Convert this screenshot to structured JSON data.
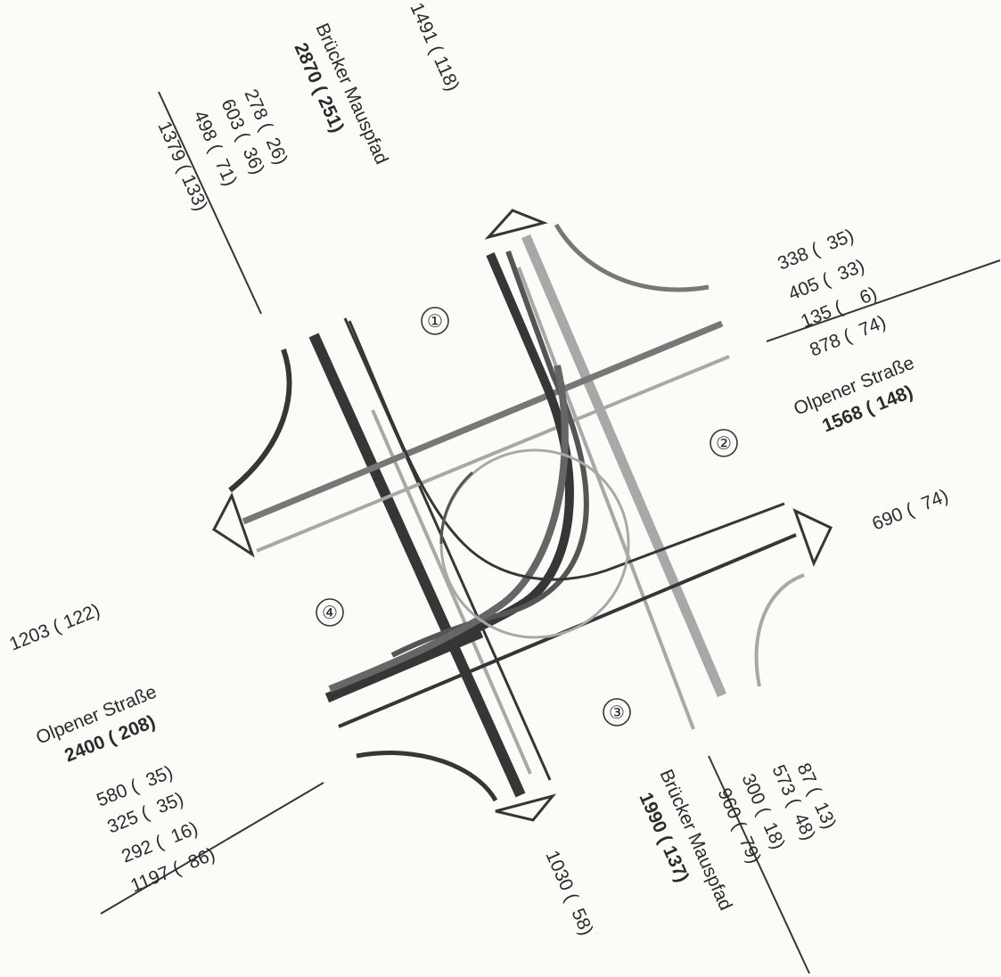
{
  "colors": {
    "dark": "#363636",
    "mid": "#777777",
    "light": "#a8a8a8",
    "paper": "#fbfbf8",
    "text": "#2b2b2b"
  },
  "zones": [
    "①",
    "②",
    "③",
    "④"
  ],
  "arms": {
    "north": {
      "street": "Brücker Mauspfad",
      "total": "2870 ( 251)",
      "outflow": "1491 ( 118)",
      "movements": [
        "278 (  26)",
        "603 (  36)",
        "498 (  71)"
      ],
      "sum": "1379 ( 133)"
    },
    "east": {
      "street": "Olpener Straße",
      "total": "1568 ( 148)",
      "outflow": "690 (  74)",
      "movements": [
        "338 (  35)",
        "405 (  33)",
        "135 (    6)"
      ],
      "sum": "878 (  74)"
    },
    "south": {
      "street": "Brücker Mauspfad",
      "total": "1990 ( 137)",
      "outflow": "1030 (  58)",
      "movements": [
        "87 (  13)",
        "573 (  48)",
        "300 (  18)"
      ],
      "sum": "960 (  79)"
    },
    "west": {
      "street": "Olpener Straße",
      "total": "2400 ( 208)",
      "outflow": "1203 ( 122)",
      "movements": [
        "580 (  35)",
        "325 (  35)",
        "292 (  16)"
      ],
      "sum": "1197 (  86)"
    }
  }
}
